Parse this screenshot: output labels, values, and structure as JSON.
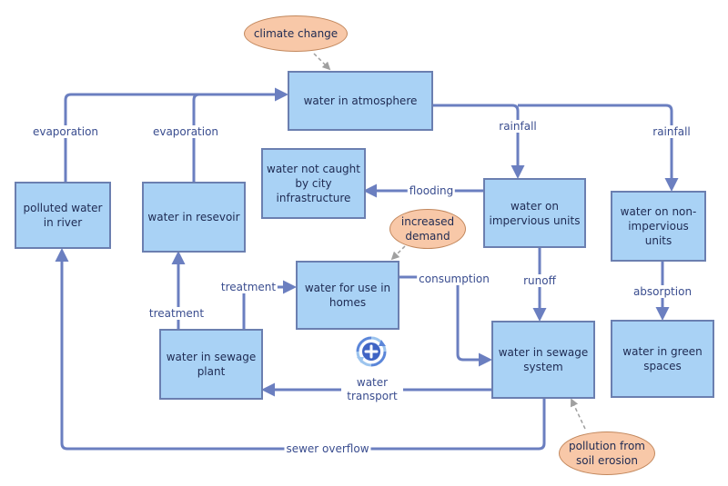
{
  "nodes": {
    "atmosphere": "water in atmosphere",
    "polluted_river": "polluted water in river",
    "reservoir": "water in resevoir",
    "not_caught": "water not caught by city infrastructure",
    "impervious": "water on impervious units",
    "non_impervious": "water on non-impervious units",
    "homes": "water for use in homes",
    "sewage_plant": "water in sewage plant",
    "sewage_system": "water in sewage system",
    "green_spaces": "water in green spaces"
  },
  "factors": {
    "climate_change": "climate change",
    "increased_demand": "increased demand",
    "pollution": "pollution from soil erosion"
  },
  "edges": {
    "evaporation_river": "evaporation",
    "evaporation_reservoir": "evaporation",
    "rainfall_impervious": "rainfall",
    "rainfall_non_impervious": "rainfall",
    "flooding": "flooding",
    "treatment_to_homes": "treatment",
    "treatment_to_reservoir": "treatment",
    "consumption": "consumption",
    "runoff": "runoff",
    "absorption": "absorption",
    "water_transport": "water transport",
    "sewer_overflow": "sewer overflow"
  },
  "icons": {
    "transport": "recycle-plus-icon"
  },
  "colors": {
    "node_fill": "#a9d2f5",
    "node_border": "#6b7fb0",
    "edge": "#6b7fc0",
    "factor_fill": "#f8c8a8",
    "dashed": "#a0a0a0"
  }
}
